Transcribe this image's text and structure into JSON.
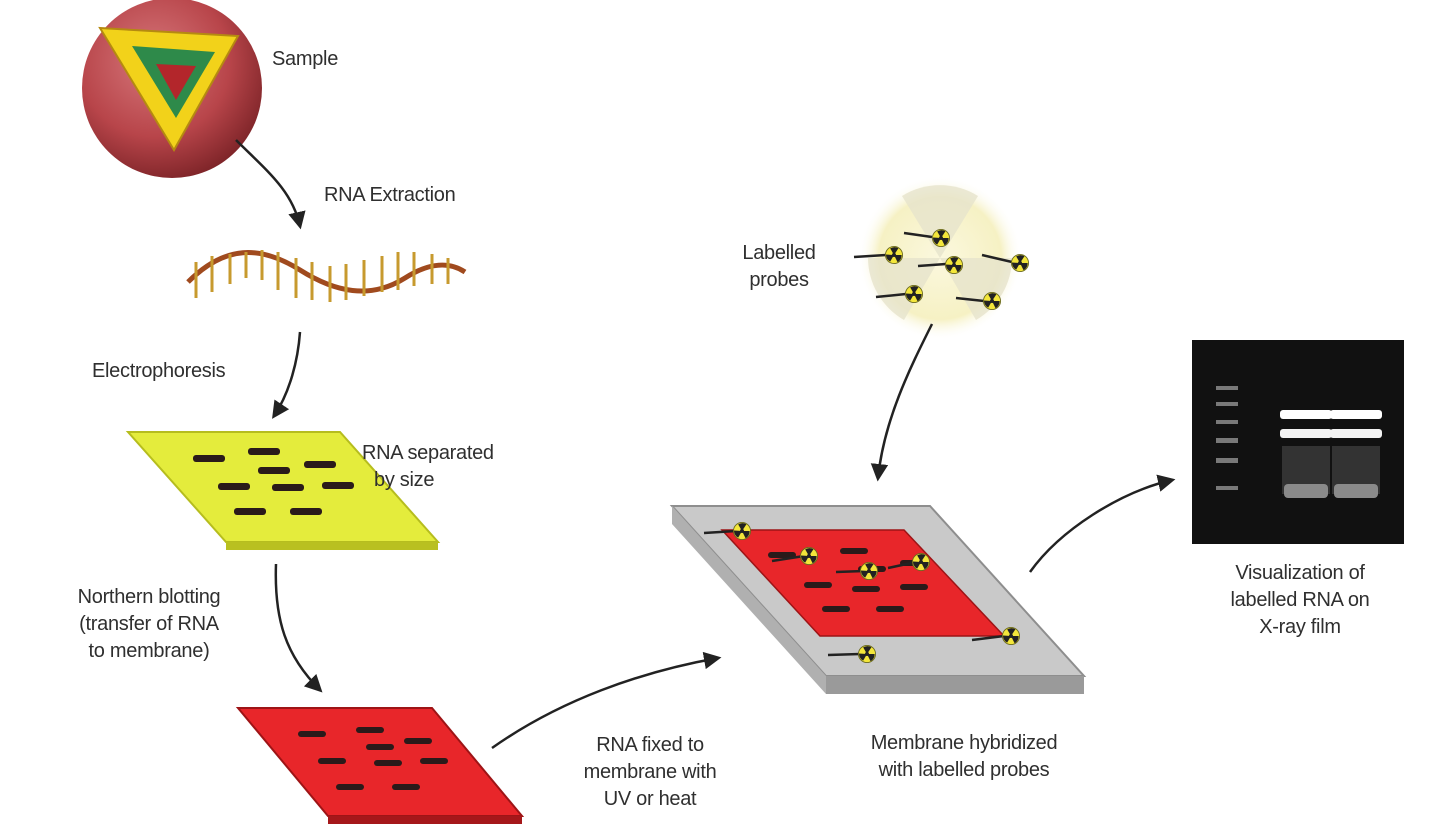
{
  "steps": {
    "sample": "Sample",
    "rna_extraction": "RNA Extraction",
    "electrophoresis": "Electrophoresis",
    "separated": [
      "RNA separated",
      "by size"
    ],
    "northern": [
      "Northern blotting",
      "(transfer of RNA",
      "to membrane)"
    ],
    "fixed": [
      "RNA fixed to",
      "membrane with",
      "UV or heat"
    ],
    "probes": [
      "Labelled",
      "probes"
    ],
    "hybridized": [
      "Membrane hybridized",
      "with labelled probes"
    ],
    "visualization": [
      "Visualization of",
      "labelled RNA on",
      "X-ray film"
    ]
  },
  "colors": {
    "gel": "#e4ec3c",
    "membrane": "#e8262a",
    "tray": "#c9c9c9",
    "band": "#2a1a1a",
    "probe_glow": "#f6f1c4",
    "film": "#111111",
    "sample_outer": "#b8454a",
    "sample_mid": "#f2d21a",
    "sample_inner": "#2e8a4a",
    "sample_core": "#b3262b"
  },
  "icons": [
    "radioactive-icon",
    "rna-strand-icon"
  ]
}
